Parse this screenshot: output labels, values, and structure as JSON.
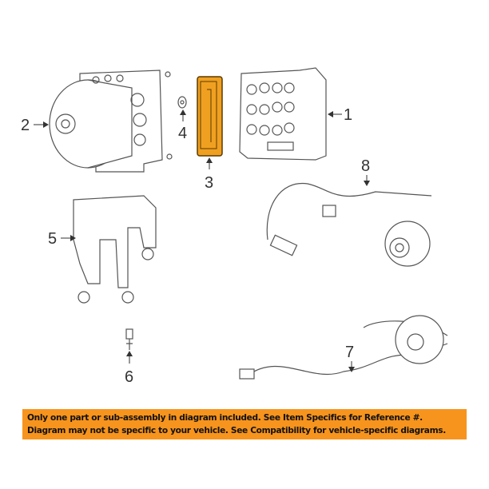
{
  "diagram": {
    "callouts": [
      "1",
      "2",
      "3",
      "4",
      "5",
      "6",
      "7",
      "8"
    ],
    "highlighted_part": "3",
    "highlight_color": "#F0A020"
  },
  "banner": {
    "line1": "Only one part or sub-assembly in diagram included. See Item Specifics for Reference #.",
    "line2": "Diagram may not be specific to your vehicle. See Compatibility for vehicle-specific diagrams.",
    "color": "#F7941D"
  }
}
